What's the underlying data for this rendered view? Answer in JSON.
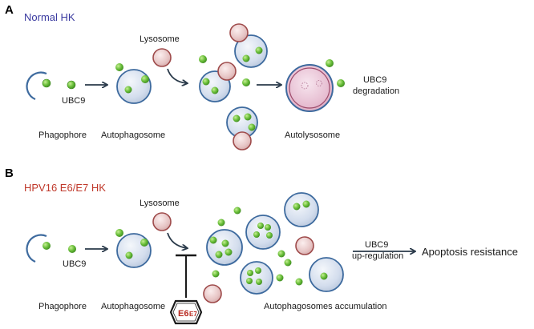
{
  "panelA": {
    "letter": "A",
    "subtitle": "Normal HK",
    "labels": {
      "lysosome": "Lysosome",
      "ubc9": "UBC9",
      "phagophore": "Phagophore",
      "autophagosome": "Autophagosome",
      "autolysosome": "Autolysosome",
      "ubc9_degradation_line1": "UBC9",
      "ubc9_degradation_line2": "degradation"
    }
  },
  "panelB": {
    "letter": "B",
    "subtitle": "HPV16 E6/E7 HK",
    "labels": {
      "lysosome": "Lysosome",
      "ubc9": "UBC9",
      "phagophore": "Phagophore",
      "autophagosome": "Autophagosome",
      "accumulation": "Autophagosomes accumulation",
      "ubc9_upregulation_line1": "UBC9",
      "ubc9_upregulation_line2": "up-regulation",
      "apoptosis": "Apoptosis resistance",
      "inhibitor_big": "E6",
      "inhibitor_small": "E7"
    }
  },
  "colors": {
    "membrane": "#3d6a9e",
    "vesicle_fill": "#d6e0ee",
    "ubc9_green": "#6abf3a",
    "lysosome_fill": "#e6c6c6",
    "lysosome_edge": "#9e4a4a",
    "autolysosome_fill": "#e7bfd3",
    "arrow": "#2a3a4a",
    "normal_text": "#3a3aa0",
    "hpv_text": "#c0392b"
  }
}
